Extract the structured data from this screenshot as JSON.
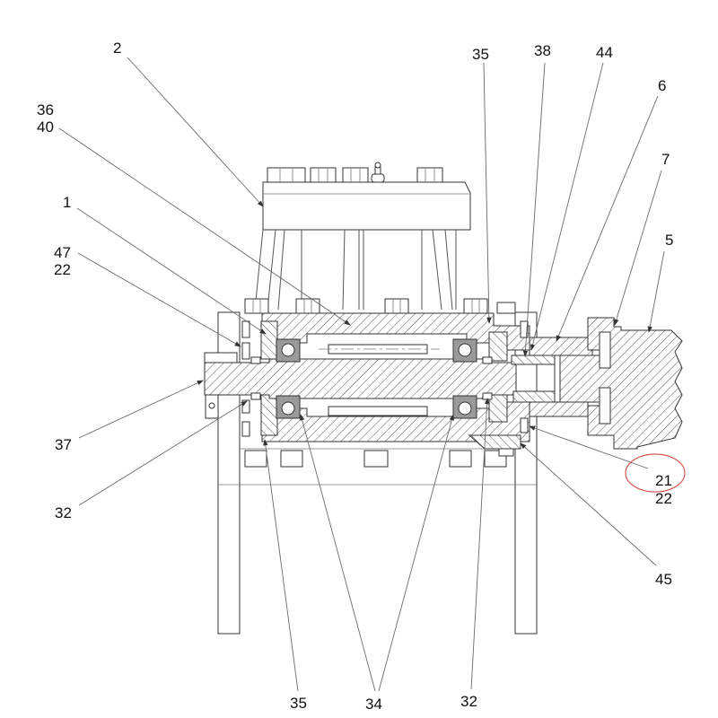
{
  "drawing": {
    "title": "Pump bearing housing assembly - sectional view",
    "highlight_color": "#d9534f",
    "line_color": "#333333"
  },
  "callouts": [
    {
      "id": "c2",
      "lines": [
        "2"
      ]
    },
    {
      "id": "c36-40",
      "lines": [
        "36",
        "40"
      ]
    },
    {
      "id": "c1",
      "lines": [
        "1"
      ]
    },
    {
      "id": "c47-22",
      "lines": [
        "47",
        "22"
      ]
    },
    {
      "id": "c37",
      "lines": [
        "37"
      ]
    },
    {
      "id": "c32-left",
      "lines": [
        "32"
      ]
    },
    {
      "id": "c35-top",
      "lines": [
        "35"
      ]
    },
    {
      "id": "c38",
      "lines": [
        "38"
      ]
    },
    {
      "id": "c44",
      "lines": [
        "44"
      ]
    },
    {
      "id": "c6",
      "lines": [
        "6"
      ]
    },
    {
      "id": "c7",
      "lines": [
        "7"
      ]
    },
    {
      "id": "c5",
      "lines": [
        "5"
      ]
    },
    {
      "id": "c21-22",
      "lines": [
        "21",
        "22"
      ],
      "highlighted": true
    },
    {
      "id": "c45",
      "lines": [
        "45"
      ]
    },
    {
      "id": "c35-bottom",
      "lines": [
        "35"
      ]
    },
    {
      "id": "c34",
      "lines": [
        "34"
      ]
    },
    {
      "id": "c32-bottom",
      "lines": [
        "32"
      ]
    }
  ]
}
